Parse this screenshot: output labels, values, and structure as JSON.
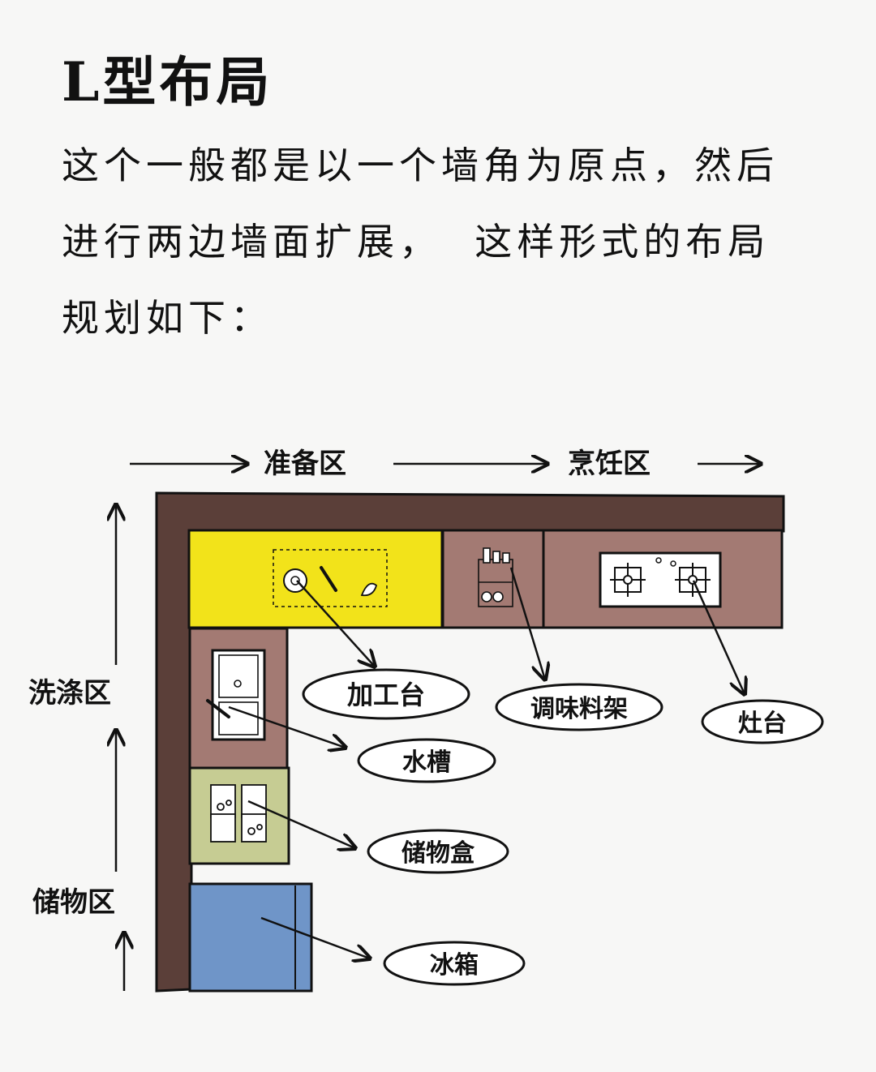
{
  "header": {
    "title": "L型布局",
    "lines": [
      "这个一般都是以一个墙角为原点，然后",
      "进行两边墙面扩展，  这样形式的布局",
      "规划如下："
    ]
  },
  "diagram": {
    "zones": {
      "prep": "准备区",
      "cook": "烹饪区",
      "wash": "洗涤区",
      "storage": "储物区"
    },
    "callouts": {
      "worktop": "加工台",
      "spice_rack": "调味料架",
      "stove": "灶台",
      "sink": "水槽",
      "storage_box": "储物盒",
      "fridge": "冰箱"
    },
    "colors": {
      "wall": "#5b3f39",
      "worktop": "#f2e31a",
      "cabinet": "#a37a73",
      "storage_box": "#c6cc93",
      "fridge": "#6f95c8"
    }
  }
}
